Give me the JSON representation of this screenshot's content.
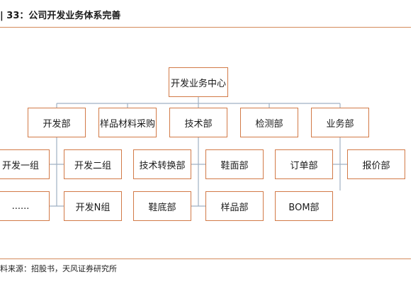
{
  "figure": {
    "title": "| 33：公司开发业务体系完善",
    "source": "料来源：招股书，天风证券研究所"
  },
  "colors": {
    "accent": "#d27a47",
    "line": "#9fb0c3"
  },
  "org": {
    "root": "开发业务中心",
    "level1": [
      "开发部",
      "样品材料采购",
      "技术部",
      "检测部",
      "业务部"
    ],
    "kaifa": [
      "开发一组",
      "开发二组",
      "......",
      "开发N组"
    ],
    "jishu": [
      "技术转换部",
      "鞋面部",
      "鞋底部",
      "样品部"
    ],
    "yewu": [
      "订单部",
      "报价部",
      "BOM部"
    ]
  }
}
